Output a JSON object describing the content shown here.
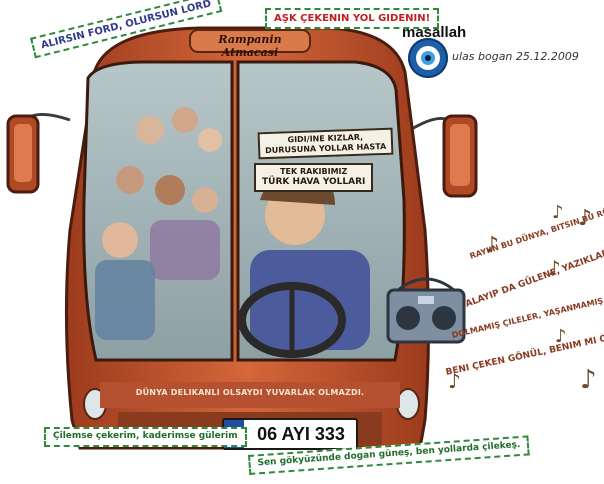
{
  "header": {
    "destination_sign": "Rampanin Atmacasi",
    "label_top": "AŞK ÇEKENIN YOL GIDENIN!",
    "label_left": "ALIRSIN FORD, OLURSUN LORD"
  },
  "brand": {
    "name": "masallah",
    "signature": "ulas bogan 25.12.2009"
  },
  "windshield_signs": {
    "sign1_line1": "GIDI/INE KIZLAR,",
    "sign1_line2": "DURUSUNA YOLLAR HASTA",
    "sign2_line1": "TEK RAKIBIMIZ",
    "sign2_line2": "TÜRK HAVA YOLLARI"
  },
  "bumper_text": "DÜNYA DELIKANLI OLSAYDI YUVARLAK OLMAZDI.",
  "plate": {
    "country": "TR",
    "number": "06 AYI 333"
  },
  "bottom_labels": {
    "left": "Çilemse çekerim, kaderimse gülerim",
    "right": "Sen gökyüzünde dogan güneş, ben yollarda çilekeş."
  },
  "song_lyrics": [
    "RAYIIN BU DÜNYA, BITSIN BU RÜYA",
    "ALAYIP DA GÜLENE, YAZIKLAR OLSUN",
    "DOLMAMIŞ ÇILELER, YAŞANMAMIŞ DERTLER",
    "BENI ÇEKEN GÖNÜL, BENIM MI OLSUN..."
  ],
  "icons": [
    "evil-eye-icon",
    "music-note-icon",
    "radio-icon"
  ],
  "colors": {
    "bus_body": "#c9572e",
    "bus_dark": "#7a2d17",
    "label_border": "#2f8a3a",
    "label_text_red": "#c21f1f",
    "label_text_green": "#1e6e2a",
    "eye_blue": "#1d5fa8",
    "plate_blue": "#1f4fa0"
  }
}
